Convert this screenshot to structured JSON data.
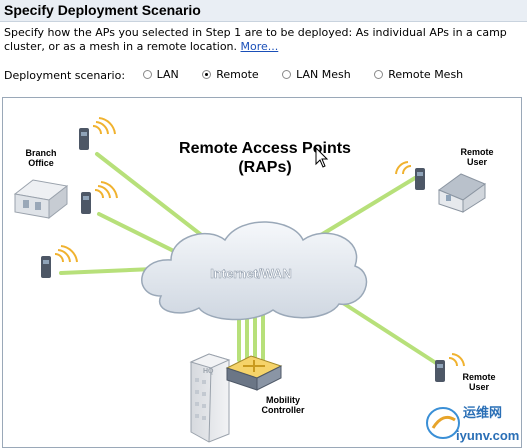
{
  "header": {
    "title": "Specify Deployment Scenario"
  },
  "description": {
    "line1": "Specify how the APs you selected in Step 1 are to be deployed: As individual APs in a camp",
    "line2": "cluster, or as a mesh in a remote location.",
    "more_link": "More..."
  },
  "scenario": {
    "label": "Deployment scenario:",
    "options": [
      {
        "label": "LAN",
        "checked": false
      },
      {
        "label": "Remote",
        "checked": true
      },
      {
        "label": "LAN Mesh",
        "checked": false
      },
      {
        "label": "Remote Mesh",
        "checked": false
      }
    ]
  },
  "diagram": {
    "title_line1": "Remote Access Points",
    "title_line2": "(RAPs)",
    "branch_office_line1": "Branch",
    "branch_office_line2": "Office",
    "cloud_label": "Internet/WAN",
    "remote_user_top_line1": "Remote",
    "remote_user_top_line2": "User",
    "remote_user_bottom_line1": "Remote",
    "remote_user_bottom_line2": "User",
    "controller_line1": "Mobility",
    "controller_line2": "Controller",
    "hq_label": "HQ"
  },
  "watermark": {
    "text_cn": "运维网",
    "text_en": "iyunv.com"
  },
  "colors": {
    "link": "#1a4fb8",
    "link_green": "#b7e07a",
    "header_bg": "#e9eef4"
  }
}
